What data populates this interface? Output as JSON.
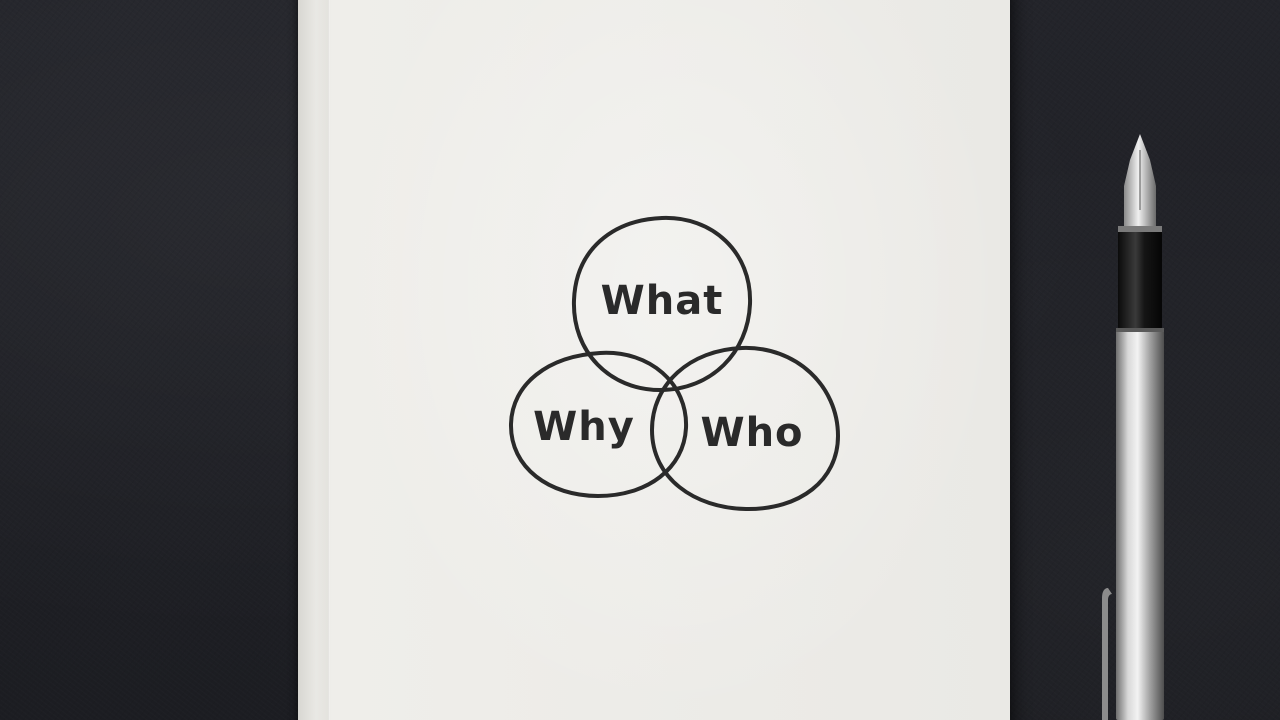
{
  "notebook": {
    "venn_labels": {
      "top": "What",
      "left": "Why",
      "right": "Who"
    }
  },
  "colors": {
    "background": "#1e1f23",
    "notebook": "#eceae6",
    "ink": "#2a2a2a",
    "pen_barrel": "#b9b9b9",
    "pen_grip": "#121212"
  },
  "objects": {
    "pen": "fountain-pen"
  }
}
